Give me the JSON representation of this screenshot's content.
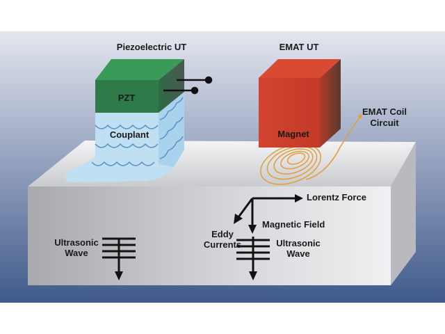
{
  "titles": {
    "left": "Piezoelectric UT",
    "right": "EMAT UT"
  },
  "labels": {
    "pzt": "PZT",
    "couplant": "Couplant",
    "magnet": "Magnet",
    "coil_line1": "EMAT Coil",
    "coil_line2": "Circuit",
    "lorentz": "Lorentz Force",
    "magnetic_field": "Magnetic Field",
    "eddy_line1": "Eddy",
    "eddy_line2": "Currents",
    "wave_left_line1": "Ultrasonic",
    "wave_left_line2": "Wave",
    "wave_right_line1": "Ultrasonic",
    "wave_right_line2": "Wave"
  },
  "colors": {
    "pzt": "#2e7a48",
    "magnet": "#d0442e",
    "coil": "#e0a040",
    "couplant": "#bfe0f2",
    "background_bottom": "#3f5a8a"
  }
}
